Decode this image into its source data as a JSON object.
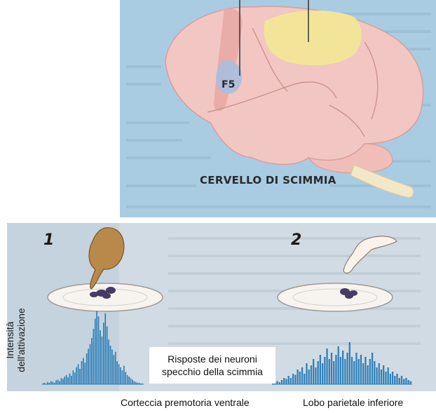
{
  "brain": {
    "area_label": "F5",
    "caption": "CERVELLO DI SCIMMIA"
  },
  "panels": [
    {
      "number": "1",
      "region": "Corteccia premotoria ventrale"
    },
    {
      "number": "2",
      "region": "Lobo parietale inferiore"
    }
  ],
  "y_axis_label_line1": "Intensità",
  "y_axis_label_line2": "dell'attivazione",
  "center_caption_line1": "Risposte dei neuroni",
  "center_caption_line2": "specchio della scimmia",
  "colors": {
    "background_blue": "#a9cce3",
    "brain_pink": "#f2c6c2",
    "parietal_yellow": "#f2e59a",
    "premotor_strip": "#e9a9a4",
    "f5_blue": "#a7bfe0",
    "histogram_blue": "#2f7fb8"
  },
  "chart_data": [
    {
      "type": "bar",
      "title": "",
      "xlabel": "",
      "ylabel": "Intensità dell'attivazione",
      "values": [
        1,
        2,
        1,
        3,
        2,
        4,
        3,
        2,
        5,
        6,
        4,
        8,
        7,
        10,
        12,
        9,
        14,
        11,
        18,
        15,
        22,
        26,
        20,
        30,
        34,
        28,
        40,
        46,
        52,
        60,
        72,
        85,
        95,
        88,
        70,
        62,
        80,
        92,
        75,
        58,
        50,
        45,
        38,
        42,
        30,
        26,
        22,
        18,
        24,
        16,
        12,
        10,
        8,
        6,
        4,
        3,
        2,
        2,
        1,
        1
      ]
    },
    {
      "type": "bar",
      "title": "",
      "xlabel": "",
      "ylabel": "",
      "values": [
        1,
        2,
        3,
        2,
        4,
        6,
        5,
        8,
        6,
        10,
        9,
        14,
        12,
        16,
        10,
        20,
        14,
        18,
        24,
        16,
        22,
        28,
        20,
        26,
        34,
        24,
        30,
        22,
        28,
        36,
        26,
        32,
        24,
        30,
        40,
        26,
        22,
        30,
        24,
        28,
        20,
        26,
        18,
        24,
        30,
        22,
        16,
        20,
        14,
        18,
        12,
        16,
        10,
        12,
        8,
        10,
        6,
        8,
        5,
        6,
        4,
        3
      ]
    }
  ]
}
